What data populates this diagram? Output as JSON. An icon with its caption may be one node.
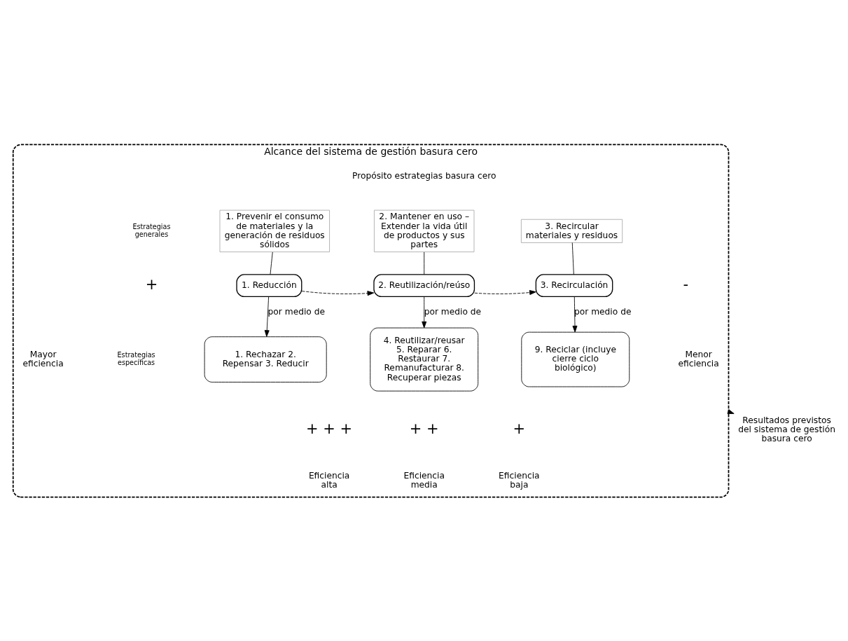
{
  "diagram": {
    "nodes": [
      {
        "text": [
          "Alcance del sistema de gestión basura cero"
        ]
      },
      {
        "text": [
          "1. Prevenir el consumo de materiales y la generación de residuos sólidos"
        ],
        "in": 0
      },
      {
        "text": [
          "2. Mantener en uso – Extender la vida útil de productos y sus partes"
        ],
        "in": 0
      },
      {
        "text": [
          "3. Recircular materiales y residuos"
        ],
        "in": 0
      },
      {
        "text": [
          "1. Reducción"
        ],
        "in": 0
      },
      {
        "text": [
          "2. Reutilización/reúso"
        ],
        "in": 0
      },
      {
        "text": [
          "3. Recirculación"
        ],
        "in": 0
      },
      {
        "text": [
          "1. Rechazar 2. Repensar 3. Reducir"
        ],
        "in": 0
      },
      {
        "text": [
          "4. Reutilizar/reusar 5. Reparar 6. Restaurar 7. Remanufacturar 8. Recuperar piezas"
        ],
        "in": 0
      },
      {
        "text": [
          "9. Reciclar (incluye cierre ciclo biológico)"
        ],
        "in": 0
      },
      {
        "text": [
          "Resultados previstos del sistema de gestión basura cero"
        ]
      }
    ],
    "edges": [
      {
        "from": 1,
        "to": 4,
        "arrow": "none"
      },
      {
        "from": 2,
        "to": 5,
        "arrow": "none"
      },
      {
        "from": 3,
        "to": 6,
        "arrow": "none"
      },
      {
        "from": 4,
        "to": 5,
        "arrow": "to",
        "style": "dashed"
      },
      {
        "from": 5,
        "to": 6,
        "arrow": "to",
        "style": "dashed"
      },
      {
        "from": 4,
        "to": 7,
        "arrow": "to",
        "label": "por medio de"
      },
      {
        "from": 5,
        "to": 8,
        "arrow": "to",
        "label": "por medio de"
      },
      {
        "from": 6,
        "to": 9,
        "arrow": "to",
        "label": "por medio de"
      },
      {
        "from": 0,
        "to": 10,
        "arrow": "to"
      }
    ],
    "labels": [
      "Propósito estrategias basura cero",
      "Estrategias generales",
      "Estrategias específicas",
      "+",
      "Mayor eficiencia",
      "-",
      "Menor eficiencia",
      "+ + +",
      "Eficiencia alta",
      "+ +",
      "Eficiencia media",
      "+",
      "Eficiencia baja"
    ]
  }
}
